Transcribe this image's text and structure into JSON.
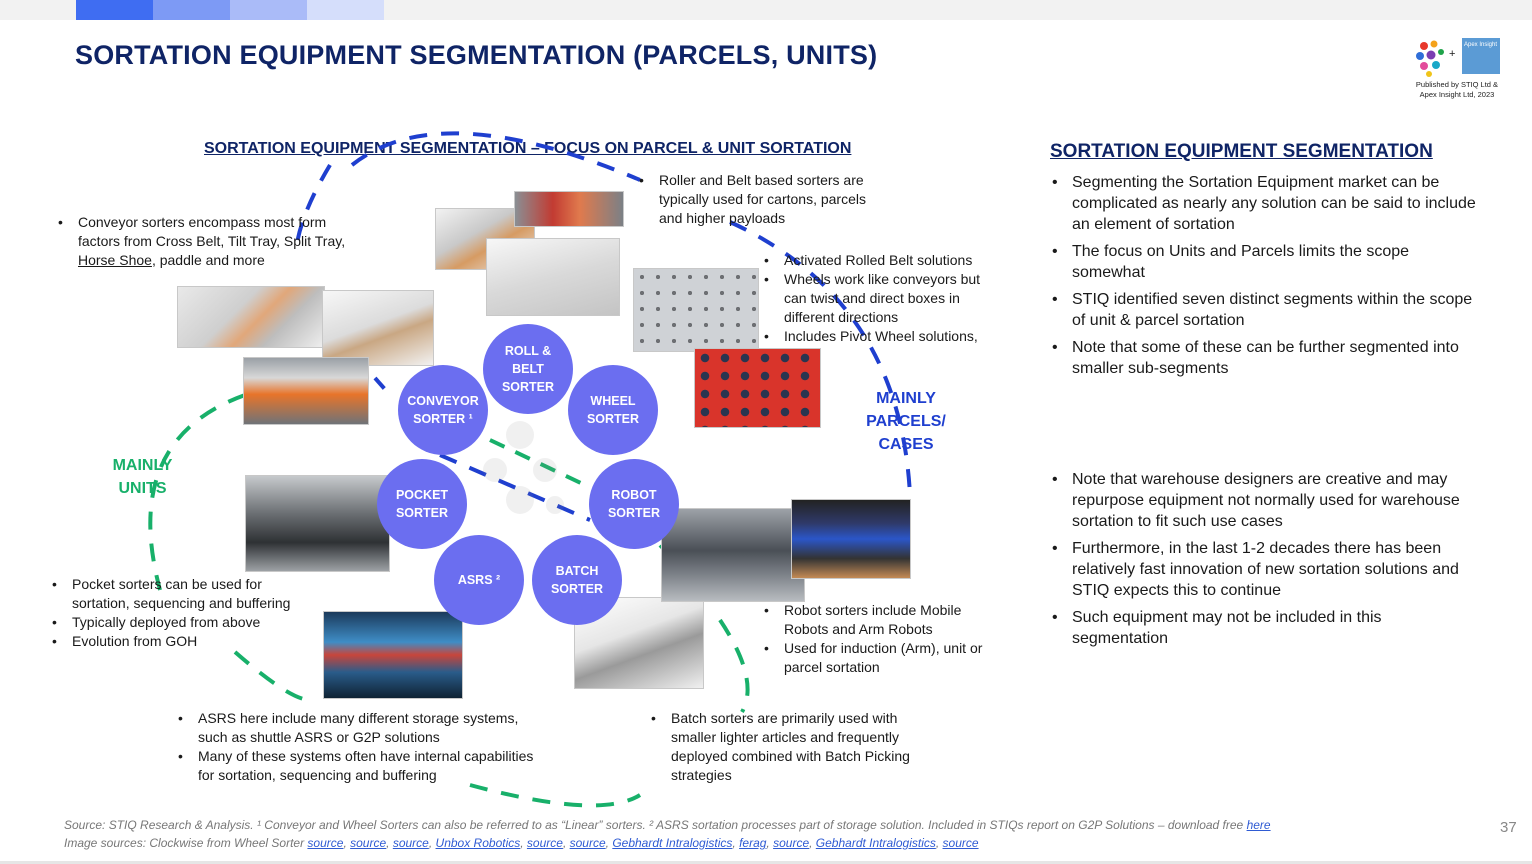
{
  "header": {
    "title": "SORTATION EQUIPMENT SEGMENTATION (PARCELS, UNITS)",
    "logo_plus": "+",
    "logo_apex": "Apex Insight",
    "logo_caption_1": "Published by STIQ Ltd &",
    "logo_caption_2": "Apex Insight Ltd, 2023"
  },
  "diagram": {
    "title": "SORTATION EQUIPMENT SEGMENTATION – FOCUS ON PARCEL & UNIT SORTATION",
    "label_units_1": "MAINLY",
    "label_units_2": "UNITS",
    "label_parcels_1": "MAINLY",
    "label_parcels_2": "PARCELS/",
    "label_parcels_3": "CASES",
    "segments": {
      "roll_belt_1": "ROLL &",
      "roll_belt_2": "BELT",
      "roll_belt_3": "SORTER",
      "wheel_1": "WHEEL",
      "wheel_2": "SORTER",
      "robot_1": "ROBOT",
      "robot_2": "SORTER",
      "batch_1": "BATCH",
      "batch_2": "SORTER",
      "asrs": "ASRS ²",
      "pocket_1": "POCKET",
      "pocket_2": "SORTER",
      "conveyor_1": "CONVEYOR",
      "conveyor_2": "SORTER ¹"
    },
    "notes": {
      "conveyor_a": "Conveyor sorters encompass most form factors from Cross Belt, Tilt Tray, Split Tray, ",
      "conveyor_link": "Horse Shoe",
      "conveyor_b": ", paddle and more",
      "roller": "Roller and Belt based sorters are typically used for cartons, parcels and higher payloads",
      "wheel_1": "Activated Rolled Belt solutions",
      "wheel_2": "Wheels work like conveyors but can twist and direct boxes in different directions",
      "wheel_3": "Includes Pivot Wheel solutions,",
      "pocket_1": "Pocket sorters can be used for sortation, sequencing and buffering",
      "pocket_2": "Typically deployed from above",
      "pocket_3": "Evolution from GOH",
      "robot_1": "Robot sorters include Mobile Robots and Arm Robots",
      "robot_2": "Used for induction (Arm), unit or parcel sortation",
      "asrs_1": "ASRS here include many different storage systems, such as shuttle ASRS or G2P solutions",
      "asrs_2": "Many of these systems often have internal capabilities for sortation, sequencing and buffering",
      "batch_1": "Batch sorters are primarily used with smaller lighter articles and frequently deployed combined with Batch Picking strategies"
    }
  },
  "sidebar": {
    "title": "SORTATION EQUIPMENT SEGMENTATION",
    "bullets_top": [
      "Segmenting the Sortation Equipment market can be complicated as nearly any solution can be said to include an element of sortation",
      "The focus on Units and Parcels limits the scope somewhat",
      "STIQ identified seven distinct segments within the scope of unit & parcel sortation",
      "Note that some of these can be further segmented into smaller sub-segments"
    ],
    "bullets_bottom": [
      "Note that warehouse designers are creative and may repurpose equipment not normally used for warehouse sortation to fit such use cases",
      "Furthermore, in the last 1-2 decades there has been relatively fast innovation of new sortation solutions and STIQ expects this to continue",
      "Such equipment may not be included in this segmentation"
    ]
  },
  "footer": {
    "line1": "Source: STIQ Research & Analysis. ¹ Conveyor and Wheel Sorters can also be referred to as “Linear” sorters. ² ASRS sortation processes part of storage solution. Included in STIQs report on G2P Solutions – download free ",
    "line1_link": "here",
    "line2": "Image sources: Clockwise from Wheel Sorter  ",
    "links": [
      "source",
      "source",
      "source",
      "Unbox Robotics",
      "source",
      "source",
      "Gebhardt Intralogistics",
      "ferag",
      "source",
      "Gebhardt Intralogistics",
      "source"
    ],
    "page_number": "37"
  },
  "colors": {
    "navy": "#0f2466",
    "circle": "#6b6ef0",
    "units_green": "#18b06a",
    "parcels_blue": "#1f3fcf"
  }
}
